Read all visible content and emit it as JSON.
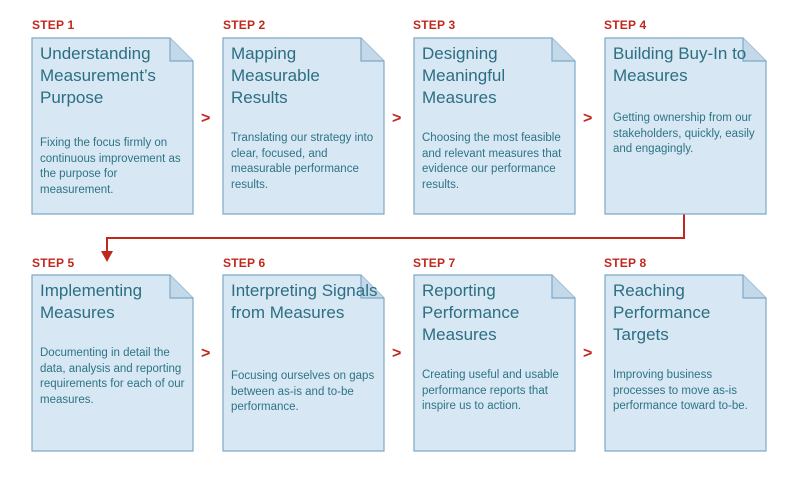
{
  "steps": [
    {
      "label": "STEP 1",
      "title": "Understanding Measurement’s Purpose",
      "description": "Fixing the focus firmly on continuous improvement as the purpose for measurement."
    },
    {
      "label": "STEP 2",
      "title": "Mapping Measurable Results",
      "description": "Translating our strategy into clear, focused, and measurable performance results."
    },
    {
      "label": "STEP 3",
      "title": "Designing Meaningful Measures",
      "description": "Choosing the most feasible and relevant measures that evidence our performance results."
    },
    {
      "label": "STEP 4",
      "title": "Building Buy-In to Measures",
      "description": "Getting ownership from our stakeholders, quickly, easily and engagingly."
    },
    {
      "label": "STEP 5",
      "title": "Implementing Measures",
      "description": "Documenting in detail the data, analysis and reporting requirements for each of our measures."
    },
    {
      "label": "STEP 6",
      "title": "Interpreting Signals from Measures",
      "description": "Focusing ourselves on gaps between as-is and to-be performance."
    },
    {
      "label": "STEP 7",
      "title": "Reporting Performance Measures",
      "description": "Creating useful and usable performance reports that inspire us to action."
    },
    {
      "label": "STEP 8",
      "title": "Reaching Performance Targets",
      "description": "Improving business processes to move as-is performance toward to-be."
    }
  ],
  "chevron": ">",
  "colors": {
    "accent": "#c0281e",
    "card_fill": "#d7e7f3",
    "card_border": "#7fa9c6",
    "title": "#2c6f82",
    "text": "#2e7486"
  }
}
